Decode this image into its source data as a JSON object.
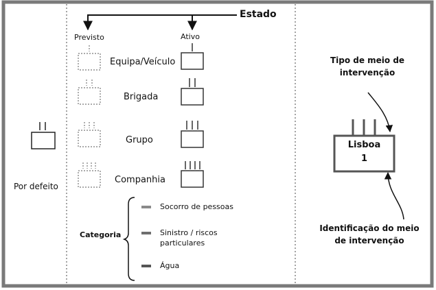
{
  "header": {
    "estado_label": "Estado",
    "previsto_label": "Previsto",
    "ativo_label": "Ativo"
  },
  "default_section": {
    "label": "Por defeito"
  },
  "unit_levels": [
    {
      "name": "Equipa/Veículo",
      "bars": 1
    },
    {
      "name": "Brigada",
      "bars": 2
    },
    {
      "name": "Grupo",
      "bars": 3
    },
    {
      "name": "Companhia",
      "bars": 4
    }
  ],
  "category": {
    "label": "Categoria",
    "items": [
      {
        "label_lines": [
          "Socorro de pessoas"
        ],
        "color": "#8a8a8a"
      },
      {
        "label_lines": [
          "Sinistro / riscos",
          "particulares"
        ],
        "color": "#6e6e6e"
      },
      {
        "label_lines": [
          "Água"
        ],
        "color": "#555555"
      }
    ]
  },
  "example": {
    "name": "Lisboa",
    "number": "1",
    "type_annotation": [
      "Tipo de meio de",
      "intervenção"
    ],
    "id_annotation": [
      "Identificação do meio",
      "de intervenção"
    ]
  },
  "colors": {
    "frame": "#7a7a7a",
    "symbol": "#333333",
    "planned": "#777777",
    "example_symbol": "#555555"
  }
}
